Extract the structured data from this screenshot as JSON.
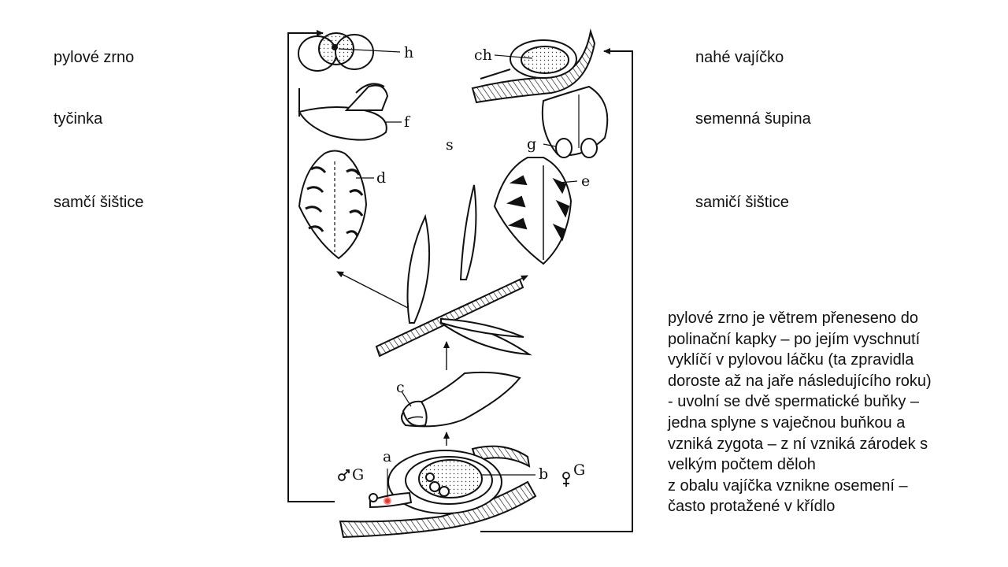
{
  "labels": {
    "pollen_grain": "pylové zrno",
    "stamen": "tyčinka",
    "male_cone": "samčí šištice",
    "naked_ovule": "nahé vajíčko",
    "seed_scale": "semenná šupina",
    "female_cone": "samičí šištice"
  },
  "figure_letters": {
    "h": "h",
    "f": "f",
    "d": "d",
    "s": "s",
    "ch": "ch",
    "g": "g",
    "e": "e",
    "c": "c",
    "a": "a",
    "b": "b",
    "male_g": "G",
    "female_g": "G"
  },
  "description": [
    "pylové zrno je větrem přeneseno do",
    "polinační kapky – po jejím vyschnutí",
    "vyklíčí v pylovou láčku (ta zpravidla",
    "doroste až na jaře následujícího roku)",
    "- uvolní se dvě spermatické buňky –",
    "jedna splyne s vaječnou buňkou a",
    "vzniká zygota – z ní vzniká zárodek s",
    "velkým počtem děloh",
    "z obalu vajíčka vznikne osemení –",
    "často protažené v křídlo"
  ],
  "colors": {
    "ink": "#111111",
    "highlight": "#e53935"
  }
}
